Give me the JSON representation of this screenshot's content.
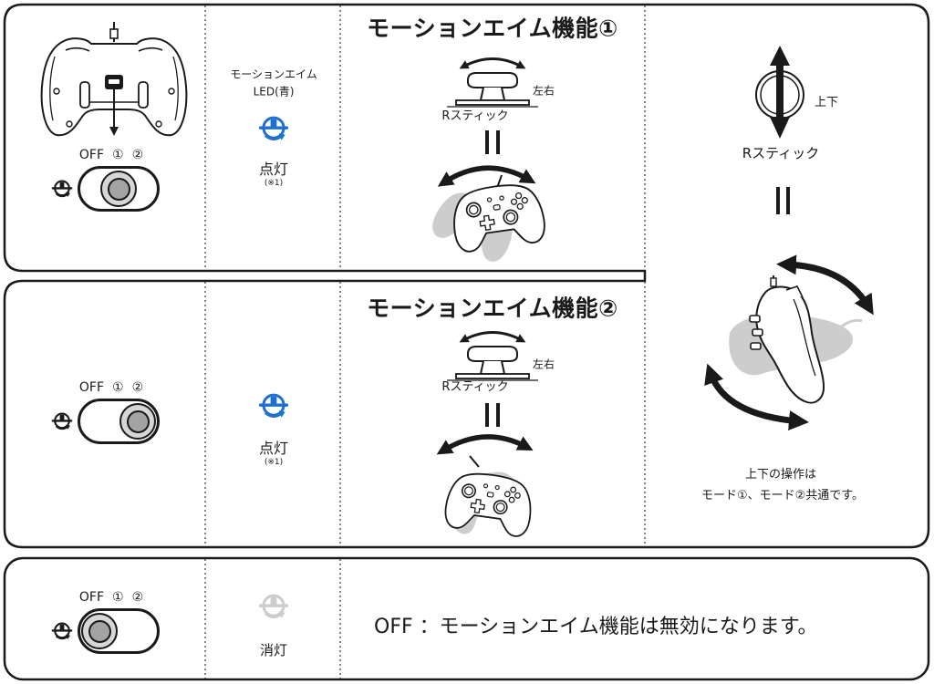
{
  "colors": {
    "ink": "#1a1a1a",
    "led_on": "#1e6fd0",
    "led_off": "#cccccc",
    "shadow": "#cdcdcd"
  },
  "mode1": {
    "switch": {
      "labels": [
        "OFF",
        "①",
        "②"
      ],
      "knob_index": 1,
      "icon": "motion-aim-icon"
    },
    "led": {
      "label_line1": "モーションエイム",
      "label_line2": "LED(青)",
      "status": "点灯",
      "note": "(※1)",
      "icon": "motion-aim-led-icon"
    },
    "heading": "モーションエイム機能①",
    "stick_direction": "左右",
    "stick_name": "Rスティック"
  },
  "mode2": {
    "switch": {
      "labels": [
        "OFF",
        "①",
        "②"
      ],
      "knob_index": 2,
      "icon": "motion-aim-icon"
    },
    "led": {
      "status": "点灯",
      "note": "(※1)",
      "icon": "motion-aim-led-icon"
    },
    "heading": "モーションエイム機能②",
    "stick_direction": "左右",
    "stick_name": "Rスティック"
  },
  "vertical": {
    "stick_direction": "上下",
    "stick_name": "Rスティック",
    "note_line1": "上下の操作は",
    "note_line2": "モード①、モード②共通です。"
  },
  "off": {
    "switch": {
      "labels": [
        "OFF",
        "①",
        "②"
      ],
      "knob_index": 0,
      "icon": "motion-aim-icon"
    },
    "led": {
      "status": "消灯",
      "icon": "motion-aim-led-icon"
    },
    "description": "OFF ：モーションエイム機能は無効になります。"
  }
}
